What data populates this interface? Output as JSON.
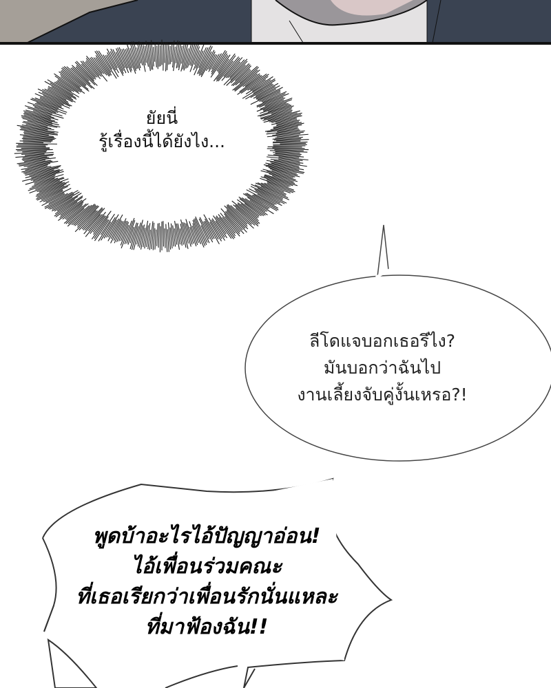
{
  "panel": {
    "colors": {
      "jacket": "#3a4352",
      "shirt": "#e4e2e3",
      "wall": "#a59f98",
      "border": "#111111"
    }
  },
  "bubbles": [
    {
      "type": "thought-burst",
      "lines": [
        "ยัยนี่",
        "รู้เรื่องนี้ได้ยังไง..."
      ]
    },
    {
      "type": "speech-oval",
      "lines": [
        "ลีโดแจบอกเธอรึไง?",
        "มันบอกว่าฉันไป",
        "งานเลี้ยงจับคู่งั้นเหรอ?!"
      ]
    },
    {
      "type": "shout-jagged",
      "lines": [
        "พูดบ้าอะไรไอ้ปัญญาอ่อน!",
        "ไอ้เพื่อนร่วมคณะ",
        "ที่เธอเรียกว่าเพื่อนรักนั่นแหละ",
        "ที่มาฟ้องฉัน!!"
      ]
    }
  ]
}
